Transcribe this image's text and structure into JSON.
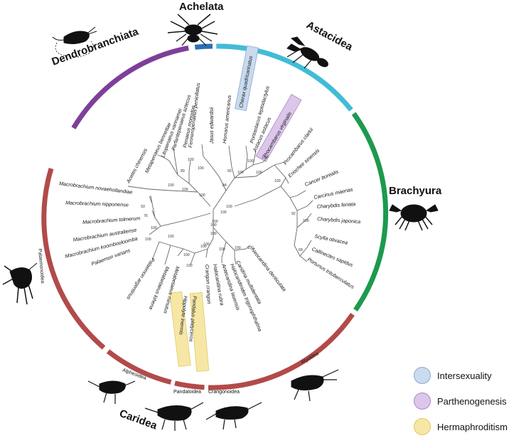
{
  "groups": {
    "achelata": "Achelata",
    "astacidea": "Astacidea",
    "dendrobranchiata": "Dendrobranchiata",
    "brachyura": "Brachyura",
    "caridea": "Caridea",
    "palaemonoidea": "Palaemonoidea",
    "alpheoidea": "Alpheoidea",
    "pandaloidea": "Pandaloidea",
    "crangonoidea": "Crangonoidea",
    "atyoidea": "Atyoidea"
  },
  "colors": {
    "achelata": "#2a6fb5",
    "astacidea": "#41bcd6",
    "dendrobranchiata": "#7e3f9a",
    "brachyura": "#1c9a4e",
    "caridea": "#b24a4a",
    "intersexuality_fill": "#c9dbef",
    "parthenogenesis_fill": "#dcc7ea",
    "hermaphroditism_fill": "#f7e7a6"
  },
  "taxa": {
    "jasus": "Jasus edwardsii",
    "homarus": "Homarus americanus",
    "cherax": "Cherax quadricarinatus",
    "pontastacus": "Pontastacus leptodactylus",
    "astacus": "Astacus astacus",
    "procambarus_v": "Procambarus virginalis",
    "procambarus_c": "Procambarus clarkii",
    "eriocheir": "Eriocheir sinensis",
    "cancer": "Cancer borealis",
    "carcinus": "Carcinus maenas",
    "charybdis_f": "Charybdis feriata",
    "charybdis_j": "Charybdis japonica",
    "scylla": "Scylla olivacea",
    "callinectes": "Callinectes sapidus",
    "portunus": "Portunus trituberculatus",
    "neocaridina": "Neocaridina denticulata",
    "caridina": "Caridina multidentata",
    "halocaridinides": "Halocaridinides trigonophthalma",
    "antecaridina": "Antecaridina lauensis",
    "halocaridina": "Halocaridina rubra",
    "crangon": "Crangon crangon",
    "pandalus": "Pandalus platyceros",
    "hippolyte": "Hippolyte inermis",
    "metabetaeus_m": "Metabetaeus minutus",
    "metabetaeus_l": "Metabetaeus lohena",
    "palaemon_a": "Palaemon argentinus",
    "palaemon_v": "Palaemon varians",
    "macro_koom": "Macrobrachium koombooloomba",
    "macro_aus": "Macrobrachium australiense",
    "macro_tol": "Macrobrachium tolmerum",
    "macro_nip": "Macrobrachium nipponense",
    "macro_nov": "Macrobrachium novaehollandiae",
    "acetes": "Acetes chinensis",
    "metapenaeus": "Metapenaeus bennettae",
    "litopenaeus": "Litopenaeus vannamei",
    "fenneropenaeus_a": "Farfantepenaeus aztecus",
    "penaeus": "Penaeus monodon",
    "fenneropenaeus_p": "Fenneropenaeus penicillatus"
  },
  "bootstrap": {
    "b84": "84",
    "b65": "65",
    "b100a": "100",
    "b100b": "100",
    "b100c": "100",
    "b100d": "100",
    "b100e": "100",
    "b100f": "100",
    "b92": "92",
    "b68": "68",
    "b93": "93",
    "b76": "76",
    "b89": "89",
    "b100g": "100",
    "b100h": "100",
    "b100i": "100",
    "b100j": "100",
    "b100k": "100",
    "b100l": "100",
    "b100m": "100",
    "b100n": "100",
    "b100o": "100",
    "b100p": "100",
    "b100q": "100",
    "b100r": "100",
    "b100s": "100",
    "b100t": "100",
    "b100u": "100",
    "b100v": "100",
    "b100w": "100",
    "b100x": "100",
    "b100y": "100",
    "b100z": "100"
  },
  "legend": [
    {
      "label": "Intersexuality",
      "fill": "#c9dbef",
      "stroke": "#8aa8cc"
    },
    {
      "label": "Parthenogenesis",
      "fill": "#dcc7ea",
      "stroke": "#a987c4"
    },
    {
      "label": "Hermaphroditism",
      "fill": "#f7e7a6",
      "stroke": "#e0c860"
    }
  ]
}
